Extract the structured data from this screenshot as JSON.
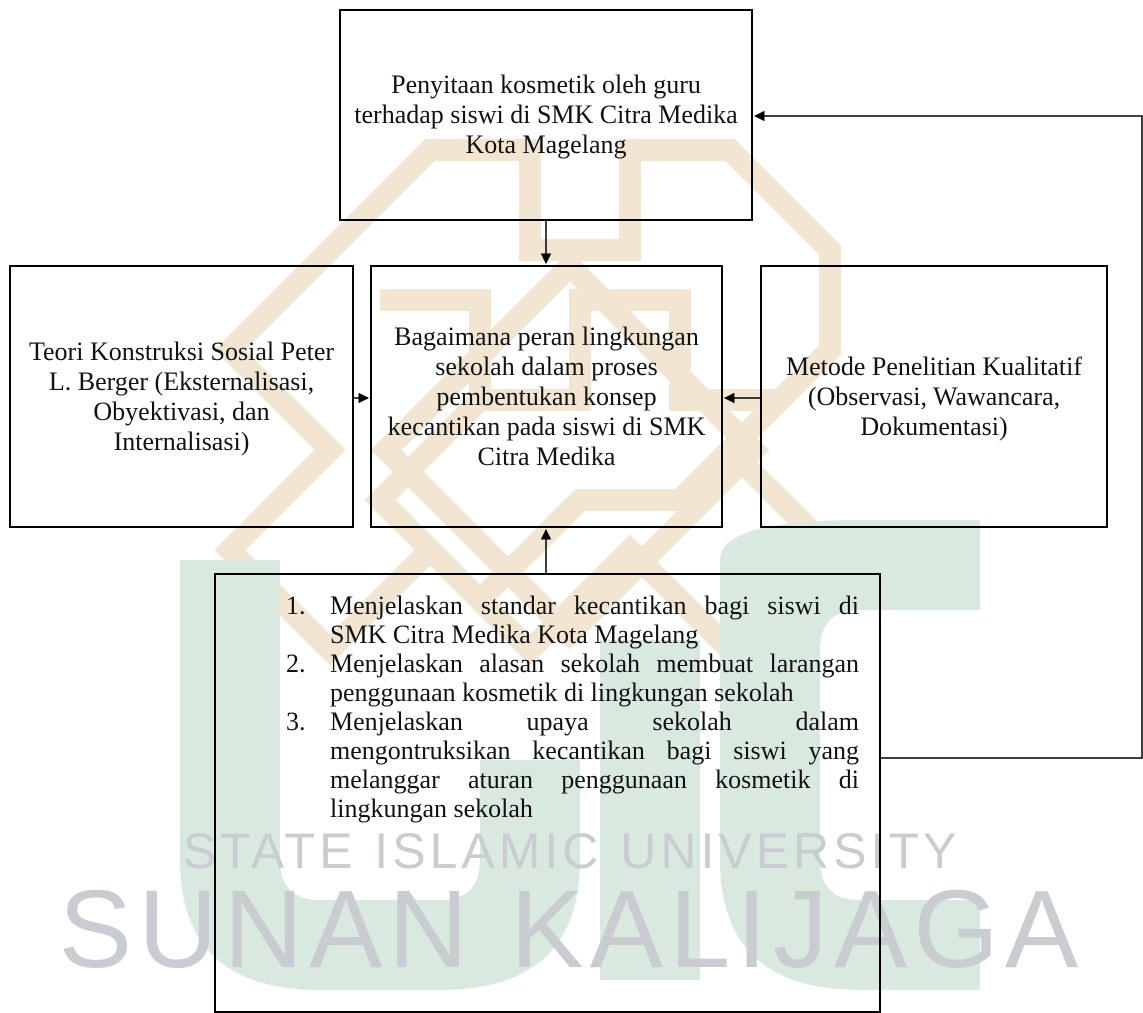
{
  "watermark": {
    "line1": "STATE ISLAMIC UNIVERSITY",
    "line2": "SUNAN KALIJAGA",
    "colors": {
      "text": "#c9ccd0",
      "green": "#d9e9df",
      "gold": "#f2e6d2"
    }
  },
  "boxes": {
    "top": "Penyitaan kosmetik oleh guru terhadap siswi di SMK Citra Medika Kota Magelang",
    "left": "Teori Konstruksi Sosial Peter L. Berger (Eksternalisasi, Obyektivasi, dan Internalisasi)",
    "center": "Bagaimana peran lingkungan sekolah dalam proses pembentukan konsep kecantikan pada siswi di SMK Citra Medika",
    "right": "Metode Penelitian Kualitatif (Observasi, Wawancara, Dokumentasi)"
  },
  "objectives": [
    {
      "number": "1.",
      "text": "Menjelaskan standar kecantikan bagi siswi di SMK Citra Medika Kota Magelang"
    },
    {
      "number": "2.",
      "text": "Menjelaskan alasan sekolah membuat larangan penggunaan kosmetik di lingkungan sekolah"
    },
    {
      "number": "3.",
      "text": "Menjelaskan upaya sekolah dalam mengontruksikan kecantikan bagi siswi yang melanggar aturan penggunaan kosmetik di lingkungan sekolah"
    }
  ]
}
